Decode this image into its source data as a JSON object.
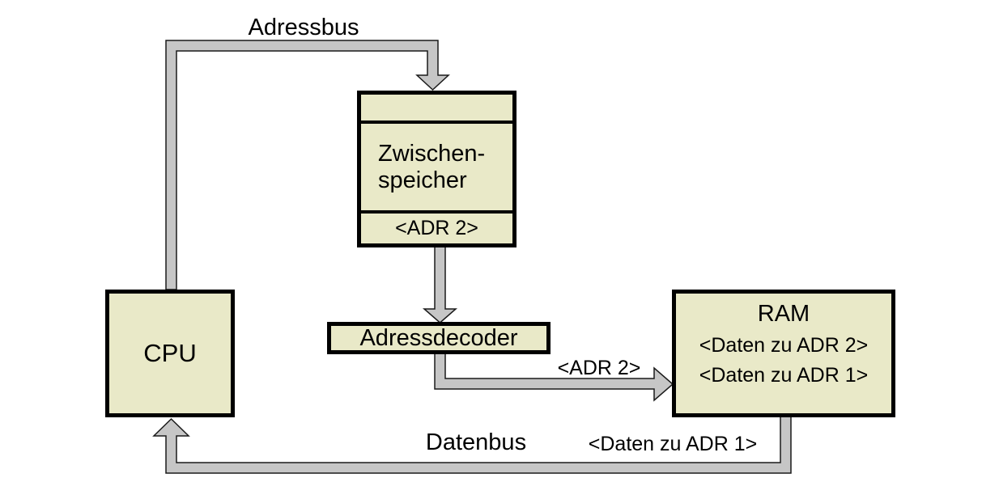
{
  "diagram": {
    "colors": {
      "background": "#ffffff",
      "box_fill": "#e9e9c8",
      "box_border": "#000000",
      "bus_fill": "#c6c6c6",
      "bus_outline": "#1a1a1a",
      "text": "#000000"
    },
    "nodes": {
      "cpu": {
        "label": "CPU"
      },
      "buffer": {
        "label_line1": "Zwischen-",
        "label_line2": "speicher",
        "slot": "<ADR 2>"
      },
      "decoder": {
        "label": "Adressdecoder"
      },
      "ram": {
        "label": "RAM",
        "entries": [
          "<Daten zu ADR 2>",
          "<Daten zu ADR 1>"
        ]
      }
    },
    "buses": {
      "adressbus": {
        "label": "Adressbus"
      },
      "decoder_to_ram": {
        "payload": "<ADR 2>"
      },
      "datenbus": {
        "label": "Datenbus",
        "payload": "<Daten zu ADR 1>"
      }
    }
  }
}
